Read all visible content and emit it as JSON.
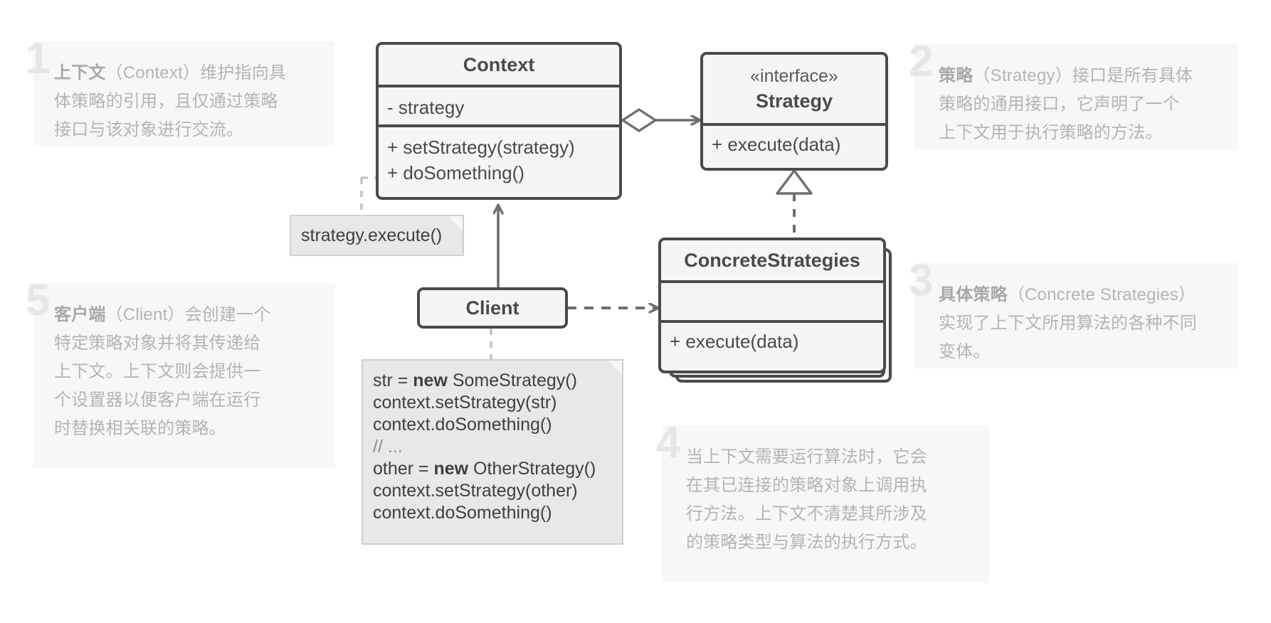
{
  "diagram": {
    "title": "Strategy Pattern UML",
    "classes": {
      "context": {
        "name": "Context",
        "field": "- strategy",
        "method1": "+ setStrategy(strategy)",
        "method2": "+ doSomething()"
      },
      "strategy": {
        "stereotype": "«interface»",
        "name": "Strategy",
        "method": "+ execute(data)"
      },
      "concrete": {
        "name": "ConcreteStrategies",
        "empty": "",
        "method": "+ execute(data)"
      },
      "client": {
        "name": "Client"
      }
    },
    "notes": {
      "execute_call": "strategy.execute()",
      "code": {
        "lines": [
          "str = new SomeStrategy()",
          "context.setStrategy(str)",
          "context.doSomething()",
          "// ...",
          "other = new OtherStrategy()",
          "context.setStrategy(other)",
          "context.doSomething()"
        ],
        "l1_a": "str = ",
        "l1_b": "new",
        "l1_c": " SomeStrategy()",
        "l2": "context.setStrategy(str)",
        "l3": "context.doSomething()",
        "l4": "// ...",
        "l5_a": "other = ",
        "l5_b": "new",
        "l5_c": " OtherStrategy()",
        "l6": "context.setStrategy(other)",
        "l7": "context.doSomething()"
      }
    },
    "annotations": [
      {
        "number": "1",
        "lead": "上下文",
        "line1_rest": "（Context）维护指向具",
        "line2": "体策略的引用，且仅通过策略",
        "line3": "接口与该对象进行交流。"
      },
      {
        "number": "2",
        "lead": "策略",
        "line1_rest": "（Strategy）接口是所有具体",
        "line2": "策略的通用接口，它声明了一个",
        "line3": "上下文用于执行策略的方法。"
      },
      {
        "number": "3",
        "lead": "具体策略",
        "line1_rest": "（Concrete Strategies）",
        "line2": "实现了上下文所用算法的各种不同",
        "line3": "变体。"
      },
      {
        "number": "4",
        "lead": "",
        "line1_rest": "当上下文需要运行算法时，它会",
        "line2": "在其已连接的策略对象上调用执",
        "line3": "行方法。上下文不清楚其所涉及",
        "line4": "的策略类型与算法的执行方式。"
      },
      {
        "number": "5",
        "lead": "客户端",
        "line1_rest": "（Client）会创建一个",
        "line2": "特定策略对象并将其传递给",
        "line3": "上下文。上下文则会提供一",
        "line4": "个设置器以便客户端在运行",
        "line5": "时替换相关联的策略。"
      }
    ],
    "colors": {
      "stroke": "#4a4a4a",
      "box_fill": "#f5f5f5",
      "note_bg": "#f7f7f7",
      "note_text": "#b4b4b4",
      "number": "#e6e6e6",
      "code_bg": "#e8e8e8"
    }
  }
}
